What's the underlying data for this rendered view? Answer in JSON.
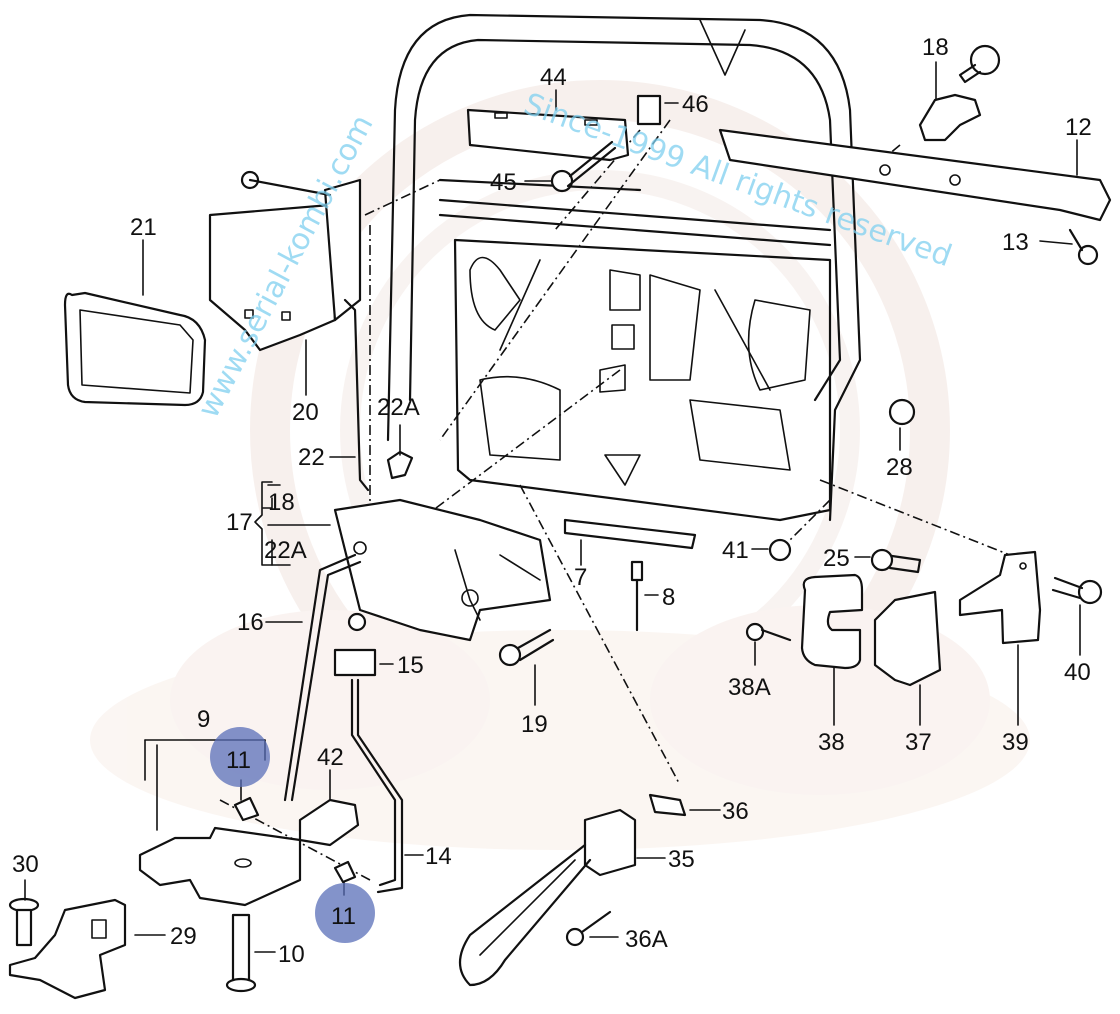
{
  "diagram": {
    "type": "exploded-parts-diagram",
    "subject": "door lock / latch assembly",
    "watermark": {
      "line1": "www.serial-kombi.com",
      "line2": "Since-1999 All rights reserved",
      "color": "#7fd0f0",
      "logo_tint": "#f3e6e0"
    },
    "highlight_color": "#5a6fb8",
    "labels": {
      "p44": "44",
      "p46": "46",
      "p45": "45",
      "p18top": "18",
      "p12": "12",
      "p13": "13",
      "p21": "21",
      "p20": "20",
      "p22A_top": "22A",
      "p22": "22",
      "p17": "17",
      "p17_sub18": "18",
      "p17_sub22A": "22A",
      "p16": "16",
      "p15": "15",
      "p19": "19",
      "p7": "7",
      "p8": "8",
      "p28": "28",
      "p41": "41",
      "p25": "25",
      "p38A": "38A",
      "p38": "38",
      "p37": "37",
      "p39": "39",
      "p40": "40",
      "p9": "9",
      "p11a": "11",
      "p11b": "11",
      "p42": "42",
      "p14": "14",
      "p36": "36",
      "p35": "35",
      "p36A": "36A",
      "p30": "30",
      "p29": "29",
      "p10": "10"
    },
    "highlighted_parts": [
      "11",
      "11"
    ]
  }
}
